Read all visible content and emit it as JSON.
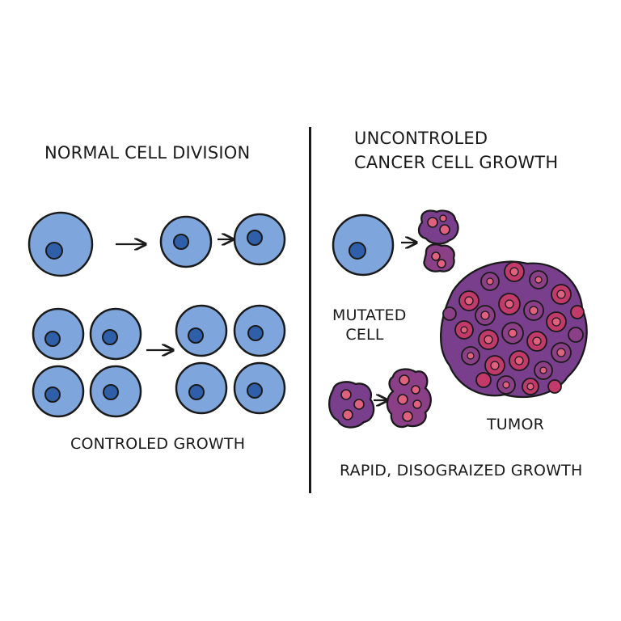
{
  "left_panel": {
    "title": "NORMAL CELL DIVISION",
    "caption": "CONTROLED GROWTH"
  },
  "right_panel": {
    "title_line1": "UNCONTROLED",
    "title_line2": "CANCER CELL GROWTH",
    "mutated_label_line1": "MUTATED",
    "mutated_label_line2": "CELL",
    "tumor_label": "TUMOR",
    "caption": "RAPID, DISOGRAIZED GROWTH"
  },
  "colors": {
    "normal_cell_fill": "#7ea6dc",
    "normal_nucleus_fill": "#2f5fa8",
    "outline": "#1a1a1a",
    "cancer_purple": "#7a3f8c",
    "cancer_magenta": "#c23a6a",
    "cancer_nucleus": "#e0617e"
  }
}
